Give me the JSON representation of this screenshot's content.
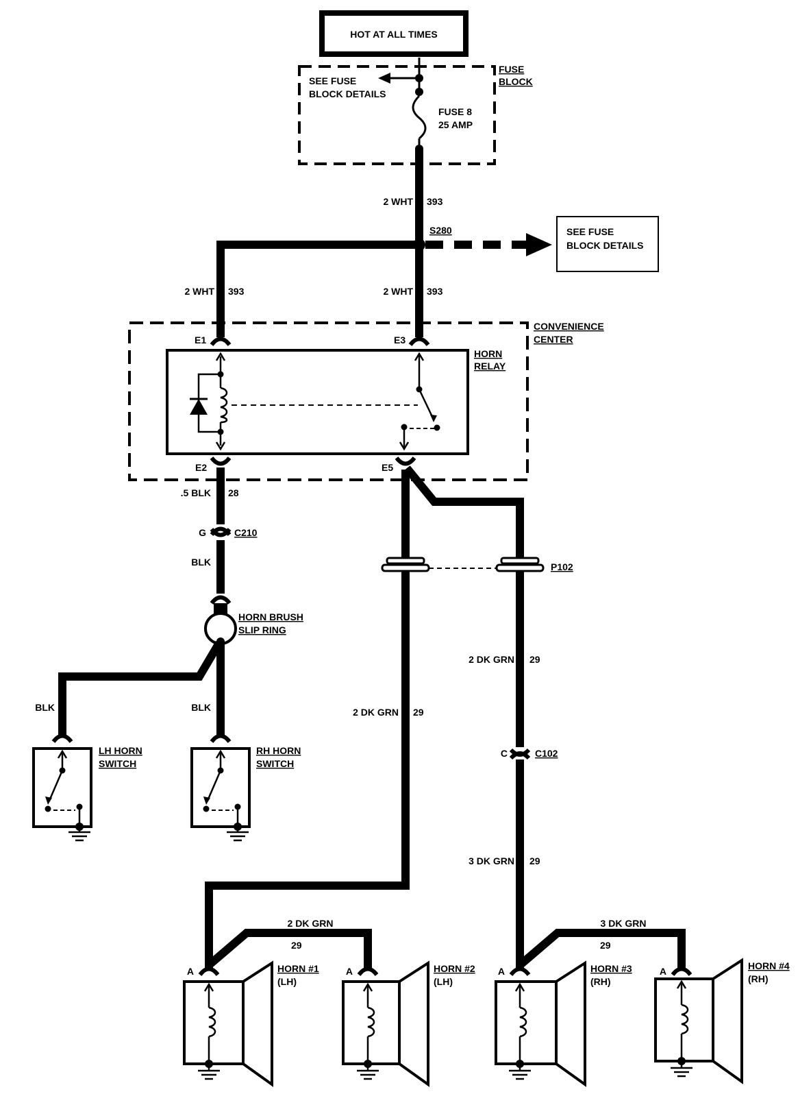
{
  "source_label": "HOT AT ALL TIMES",
  "fuse_block": {
    "title_line1": "FUSE",
    "title_line2": "BLOCK",
    "see_line1": "SEE FUSE",
    "see_line2": "BLOCK DETAILS",
    "fuse_line1": "FUSE 8",
    "fuse_line2": "25 AMP"
  },
  "wires": {
    "top_color": "2 WHT",
    "top_circuit": "393",
    "left_color": "2 WHT",
    "left_circuit": "393",
    "mid_color": "2 WHT",
    "mid_circuit": "393",
    "e2_color": ".5 BLK",
    "e2_circuit": "28",
    "blk_upper": "BLK",
    "blk_lh": "BLK",
    "blk_rh": "BLK",
    "grn_left_color": "2 DK GRN",
    "grn_left_circuit": "29",
    "grn_right_color": "2 DK GRN",
    "grn_right_circuit": "29",
    "grn_lower_color": "3 DK GRN",
    "grn_lower_circuit": "29",
    "horn12_color": "2 DK GRN",
    "horn12_circuit": "29",
    "horn34_color": "3 DK GRN",
    "horn34_circuit": "29"
  },
  "splice": "S280",
  "see_fuse_box": {
    "line1": "SEE FUSE",
    "line2": "BLOCK DETAILS"
  },
  "convenience_center": {
    "line1": "CONVENIENCE",
    "line2": "CENTER"
  },
  "relay": {
    "line1": "HORN",
    "line2": "RELAY",
    "pin_e1": "E1",
    "pin_e3": "E3",
    "pin_e2": "E2",
    "pin_e5": "E5"
  },
  "connectors": {
    "c210_pin": "G",
    "c210": "C210",
    "p102": "P102",
    "c102_pin": "C",
    "c102": "C102"
  },
  "brush": {
    "line1": "HORN BRUSH",
    "line2": "SLIP RING"
  },
  "lh_switch": {
    "line1": "LH HORN",
    "line2": "SWITCH"
  },
  "rh_switch": {
    "line1": "RH HORN",
    "line2": "SWITCH"
  },
  "horns": [
    {
      "pin": "A",
      "name": "HORN #1",
      "side": "(LH)"
    },
    {
      "pin": "A",
      "name": "HORN #2",
      "side": "(LH)"
    },
    {
      "pin": "A",
      "name": "HORN #3",
      "side": "(RH)"
    },
    {
      "pin": "A",
      "name": "HORN #4",
      "side": "(RH)"
    }
  ]
}
